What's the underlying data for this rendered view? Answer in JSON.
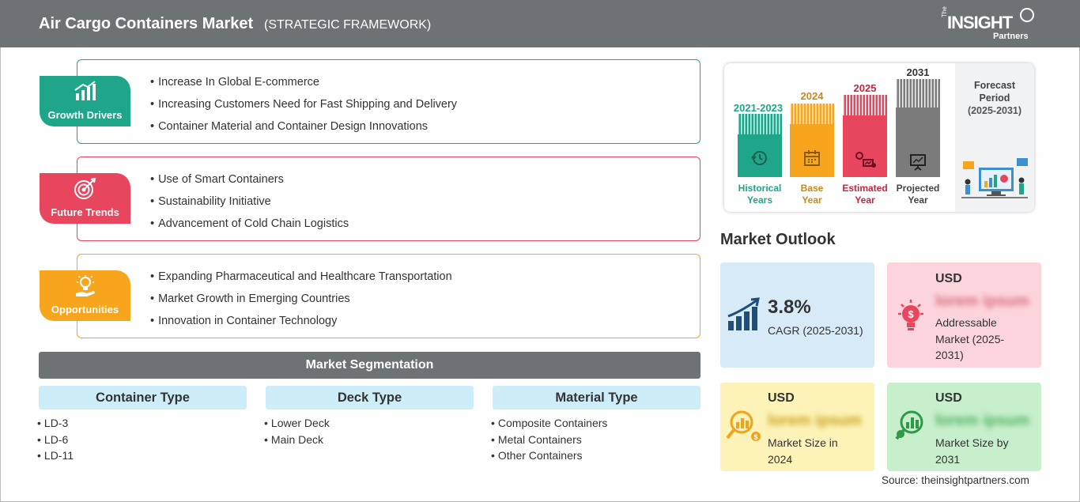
{
  "header": {
    "title": "Air Cargo Containers Market",
    "subtitle": "(STRATEGIC FRAMEWORK)",
    "logo": {
      "the": "The",
      "insight": "INSIGHT",
      "partners": "Partners"
    }
  },
  "colors": {
    "header_bg": "#6d7275",
    "growth": "#1ea58a",
    "trends": "#e8455f",
    "opportunities": "#f7a51c",
    "cagr_bg": "#d6eaf7",
    "addressable_bg": "#fcd5dc",
    "size2024_bg": "#fdf3b8",
    "size2031_bg": "#c7efcb"
  },
  "framework": [
    {
      "label": "Growth Drivers",
      "icon": "bar-chart-growth-icon",
      "items": [
        "Increase In Global E-commerce",
        "Increasing Customers Need for Fast Shipping and Delivery",
        "Container Material and Container Design Innovations"
      ]
    },
    {
      "label": "Future Trends",
      "icon": "target-icon",
      "items": [
        "Use of Smart Containers",
        "Sustainability Initiative",
        "Advancement of Cold Chain Logistics"
      ]
    },
    {
      "label": "Opportunities",
      "icon": "lightbulb-hand-icon",
      "items": [
        "Expanding Pharmaceutical and Healthcare Transportation",
        "Market Growth in Emerging Countries",
        "Innovation in Container Technology"
      ]
    }
  ],
  "segmentation": {
    "title": "Market Segmentation",
    "columns": [
      {
        "heading": "Container Type",
        "items": [
          "LD-3",
          "LD-6",
          "LD-11"
        ]
      },
      {
        "heading": "Deck Type",
        "items": [
          "Lower Deck",
          "Main Deck"
        ]
      },
      {
        "heading": "Material Type",
        "items": [
          "Composite Containers",
          "Metal Containers",
          "Other Containers"
        ]
      }
    ]
  },
  "timeline": {
    "periods": [
      {
        "year": "2021-2023",
        "caption_1": "Historical",
        "caption_2": "Years",
        "color": "#1ea58a",
        "icon": "history-icon"
      },
      {
        "year": "2024",
        "caption_1": "Base",
        "caption_2": "Year",
        "color": "#f7a51c",
        "icon": "calendar-icon"
      },
      {
        "year": "2025",
        "caption_1": "Estimated",
        "caption_2": "Year",
        "color": "#e8455f",
        "icon": "gears-chart-icon"
      },
      {
        "year": "2031",
        "caption_1": "Projected",
        "caption_2": "Year",
        "color": "#7b7b7b",
        "icon": "presentation-icon"
      }
    ],
    "forecast": {
      "label_1": "Forecast",
      "label_2": "Period",
      "years": "(2025-2031)"
    }
  },
  "outlook": {
    "title": "Market Outlook",
    "cagr": {
      "value": "3.8%",
      "label": "CAGR (2025-2031)"
    },
    "addressable": {
      "currency": "USD",
      "value": "lorem ipsum",
      "label_1": "Addressable",
      "label_2": "Market (2025-",
      "label_3": "2031)"
    },
    "size_2024": {
      "currency": "USD",
      "value": "lorem ipsum",
      "label_1": "Market Size in",
      "label_2": "2024"
    },
    "size_2031": {
      "currency": "USD",
      "value": "lorem ipsum",
      "label_1": "Market Size by",
      "label_2": "2031"
    }
  },
  "source": "Source: theinsightpartners.com"
}
